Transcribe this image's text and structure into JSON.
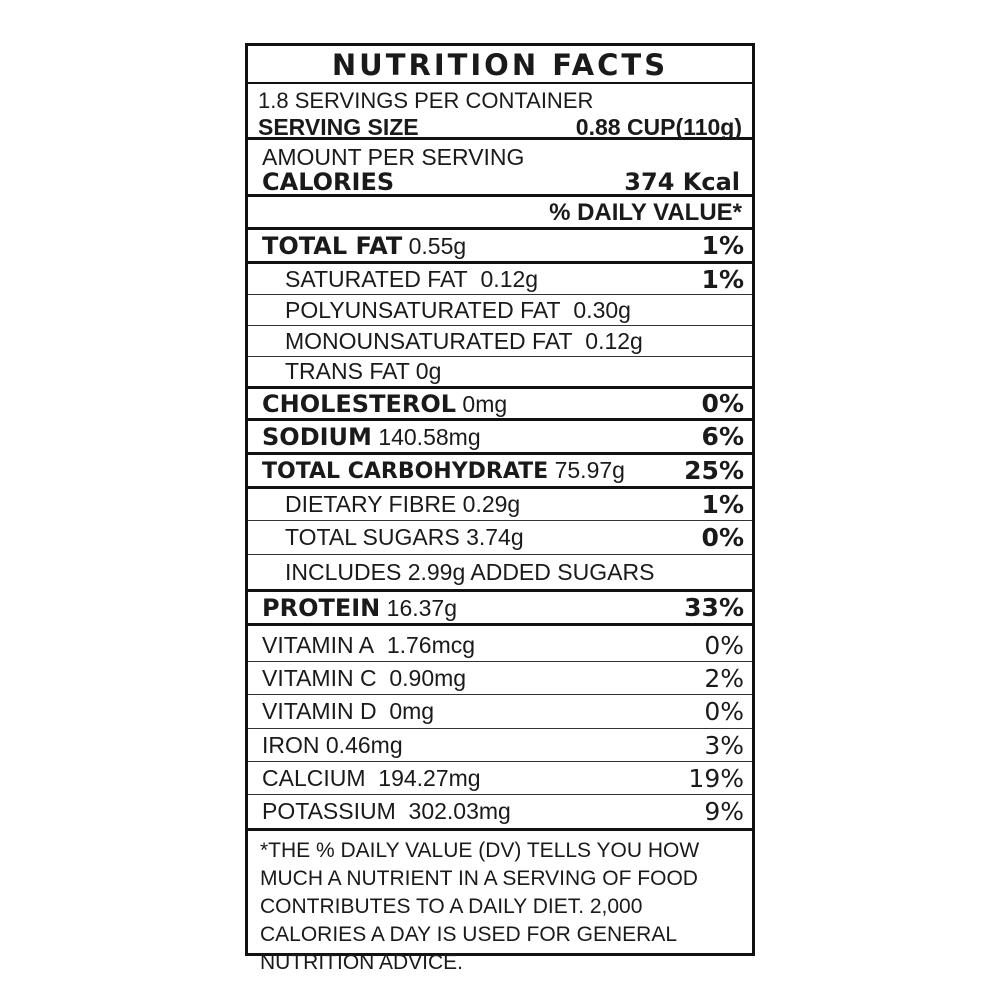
{
  "title": "NUTRITION FACTS",
  "servings_per_container": "1.8 SERVINGS PER CONTAINER",
  "serving_size_label": "SERVING SIZE",
  "serving_size_value": "0.88 CUP(110g)",
  "amount_per_serving": "AMOUNT PER SERVING",
  "calories_label": "CALORIES",
  "calories_value": "374 Kcal",
  "dv_header": "% DAILY VALUE*",
  "nutrients": [
    {
      "name": "TOTAL FAT",
      "amount": "0.55g",
      "dv": "1%"
    },
    {
      "name": "SATURATED FAT",
      "amount": "0.12g",
      "dv": "1%"
    },
    {
      "name": "POLYUNSATURATED FAT",
      "amount": "0.30g",
      "dv": ""
    },
    {
      "name": "MONOUNSATURATED FAT",
      "amount": "0.12g",
      "dv": ""
    },
    {
      "name": "TRANS FAT",
      "amount": "0g",
      "dv": ""
    },
    {
      "name": "CHOLESTEROL",
      "amount": "0mg",
      "dv": "0%"
    },
    {
      "name": "SODIUM",
      "amount": "140.58mg",
      "dv": "6%"
    },
    {
      "name": "TOTAL CARBOHYDRATE",
      "amount": "75.97g",
      "dv": "25%"
    },
    {
      "name": "DIETARY FIBRE",
      "amount": "0.29g",
      "dv": "1%"
    },
    {
      "name": "TOTAL SUGARS",
      "amount": "3.74g",
      "dv": "0%"
    },
    {
      "name": "INCLUDES 2.99g ADDED SUGARS",
      "amount": "",
      "dv": ""
    },
    {
      "name": "PROTEIN",
      "amount": "16.37g",
      "dv": "33%"
    }
  ],
  "vitamins": [
    {
      "name": "VITAMIN A",
      "amount": "1.76mcg",
      "dv": "0%"
    },
    {
      "name": "VITAMIN C",
      "amount": "0.90mg",
      "dv": "2%"
    },
    {
      "name": "VITAMIN D",
      "amount": "0mg",
      "dv": "0%"
    },
    {
      "name": "IRON",
      "amount": "0.46mg",
      "dv": "3%"
    },
    {
      "name": "CALCIUM",
      "amount": "194.27mg",
      "dv": "19%"
    },
    {
      "name": "POTASSIUM",
      "amount": "302.03mg",
      "dv": "9%"
    }
  ],
  "footnote": "*THE % DAILY VALUE (DV) TELLS YOU HOW MUCH A NUTRIENT IN A SERVING OF FOOD CONTRIBUTES TO A DAILY DIET. 2,000 CALORIES A DAY IS USED FOR GENERAL NUTRITION ADVICE."
}
